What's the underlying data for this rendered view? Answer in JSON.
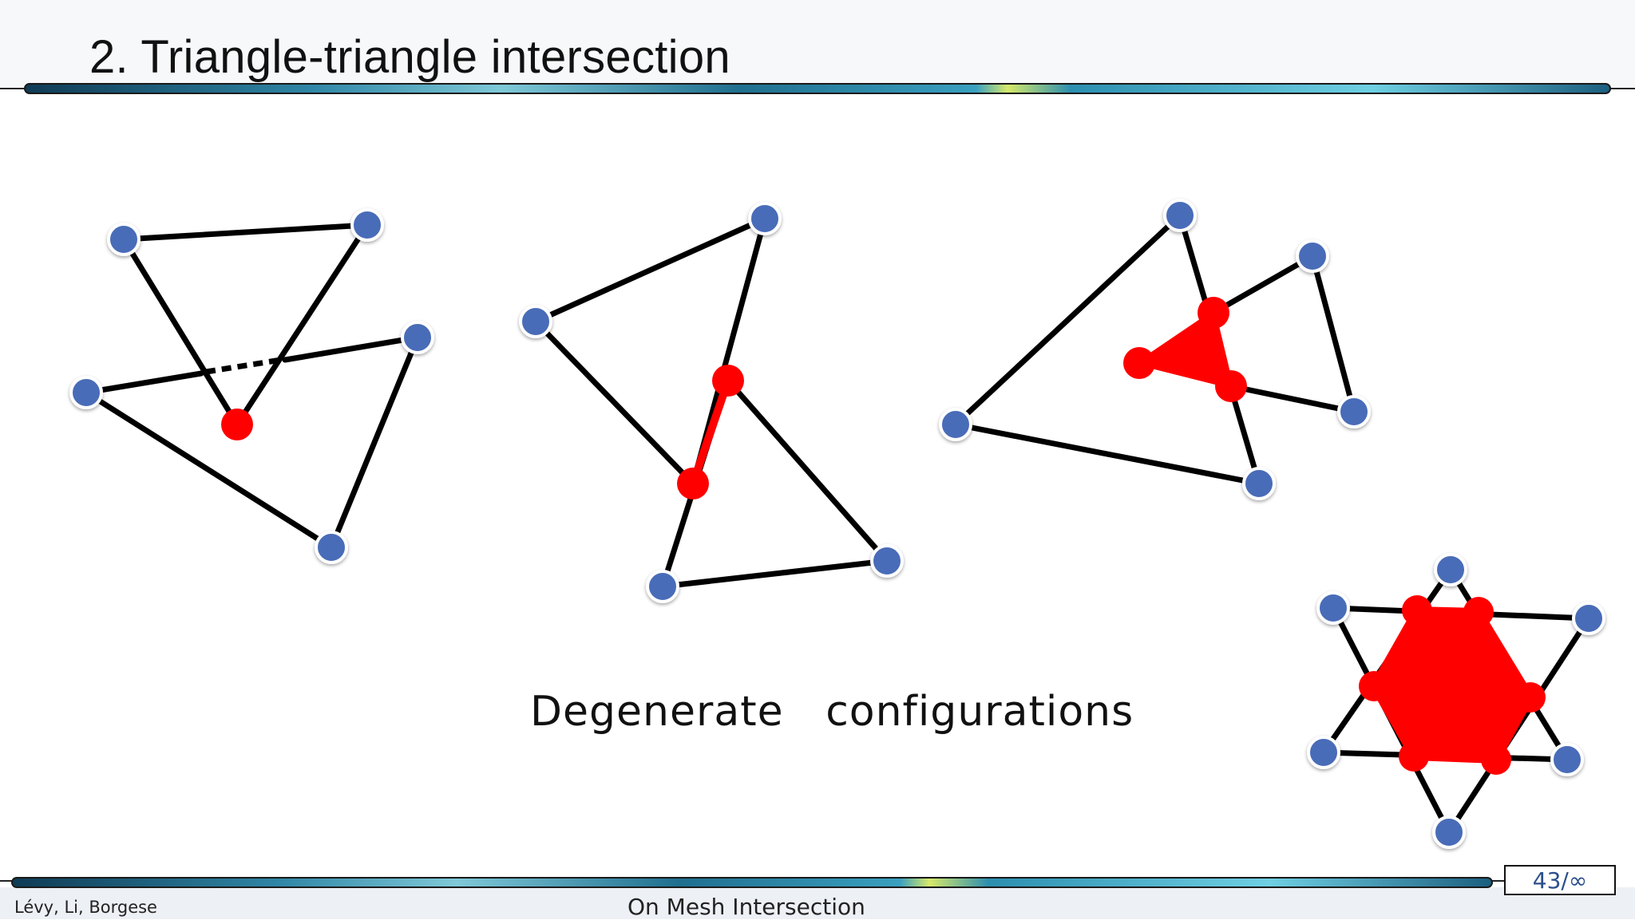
{
  "slide": {
    "title": "2. Triangle-triangle intersection",
    "caption": "Degenerate   configurations",
    "footer_authors": "Lévy, Li, Borgese",
    "footer_title": "On Mesh Intersection",
    "page_number": "43/∞"
  },
  "colors": {
    "vertex": "#4a6cb8",
    "intersection": "#ff0000",
    "edge": "#000000",
    "accent_bar": "#2f86a6"
  }
}
